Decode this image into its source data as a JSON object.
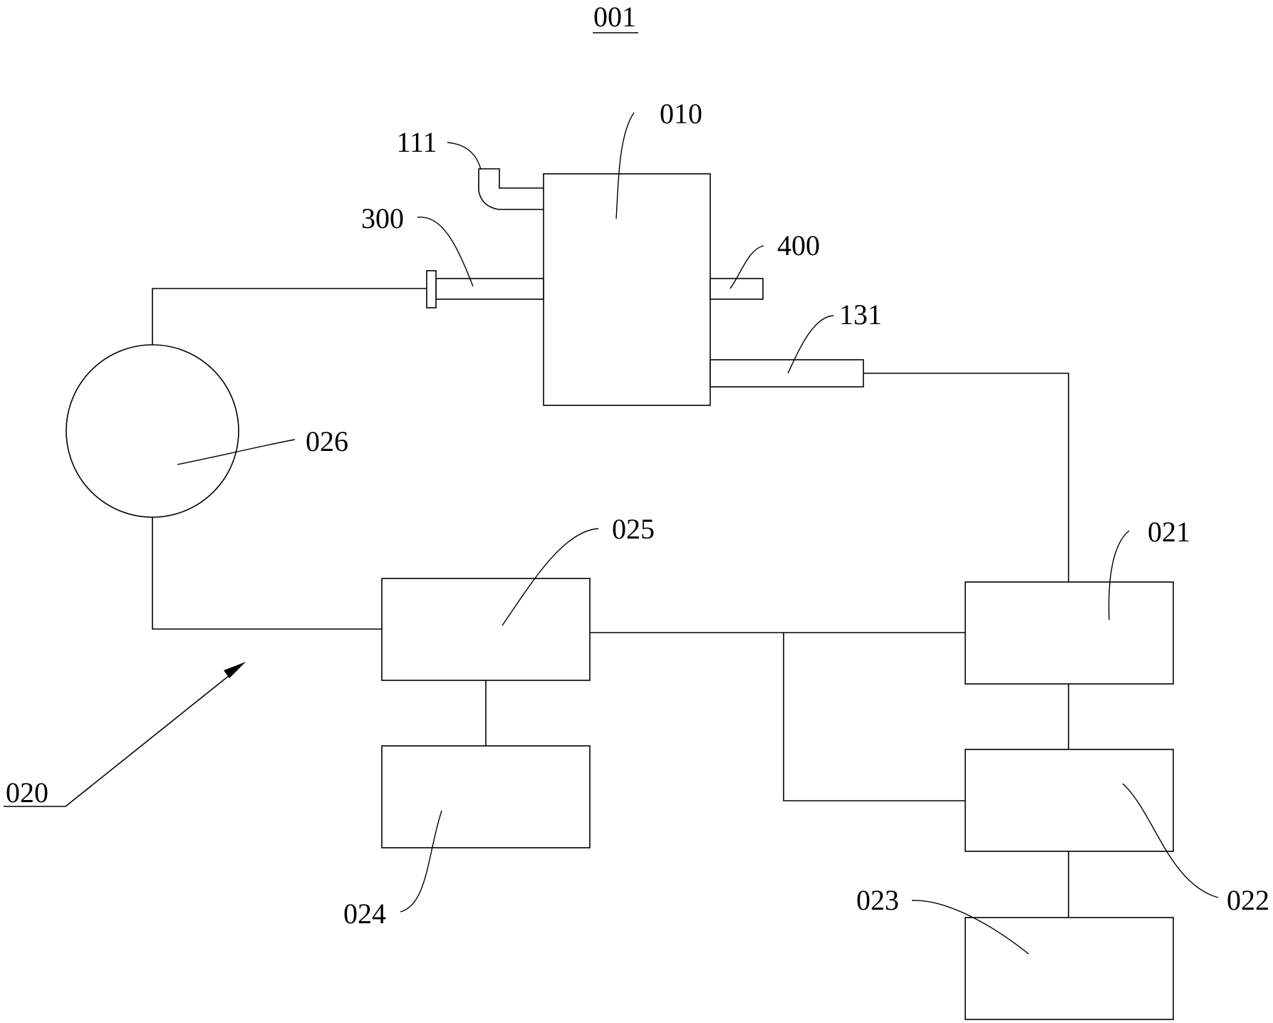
{
  "figure_label": "001",
  "components": {
    "c010": "010",
    "c111": "111",
    "c300": "300",
    "c400": "400",
    "c131": "131",
    "c026": "026",
    "c025": "025",
    "c021": "021",
    "c024": "024",
    "c022": "022",
    "c023": "023",
    "c020": "020"
  }
}
